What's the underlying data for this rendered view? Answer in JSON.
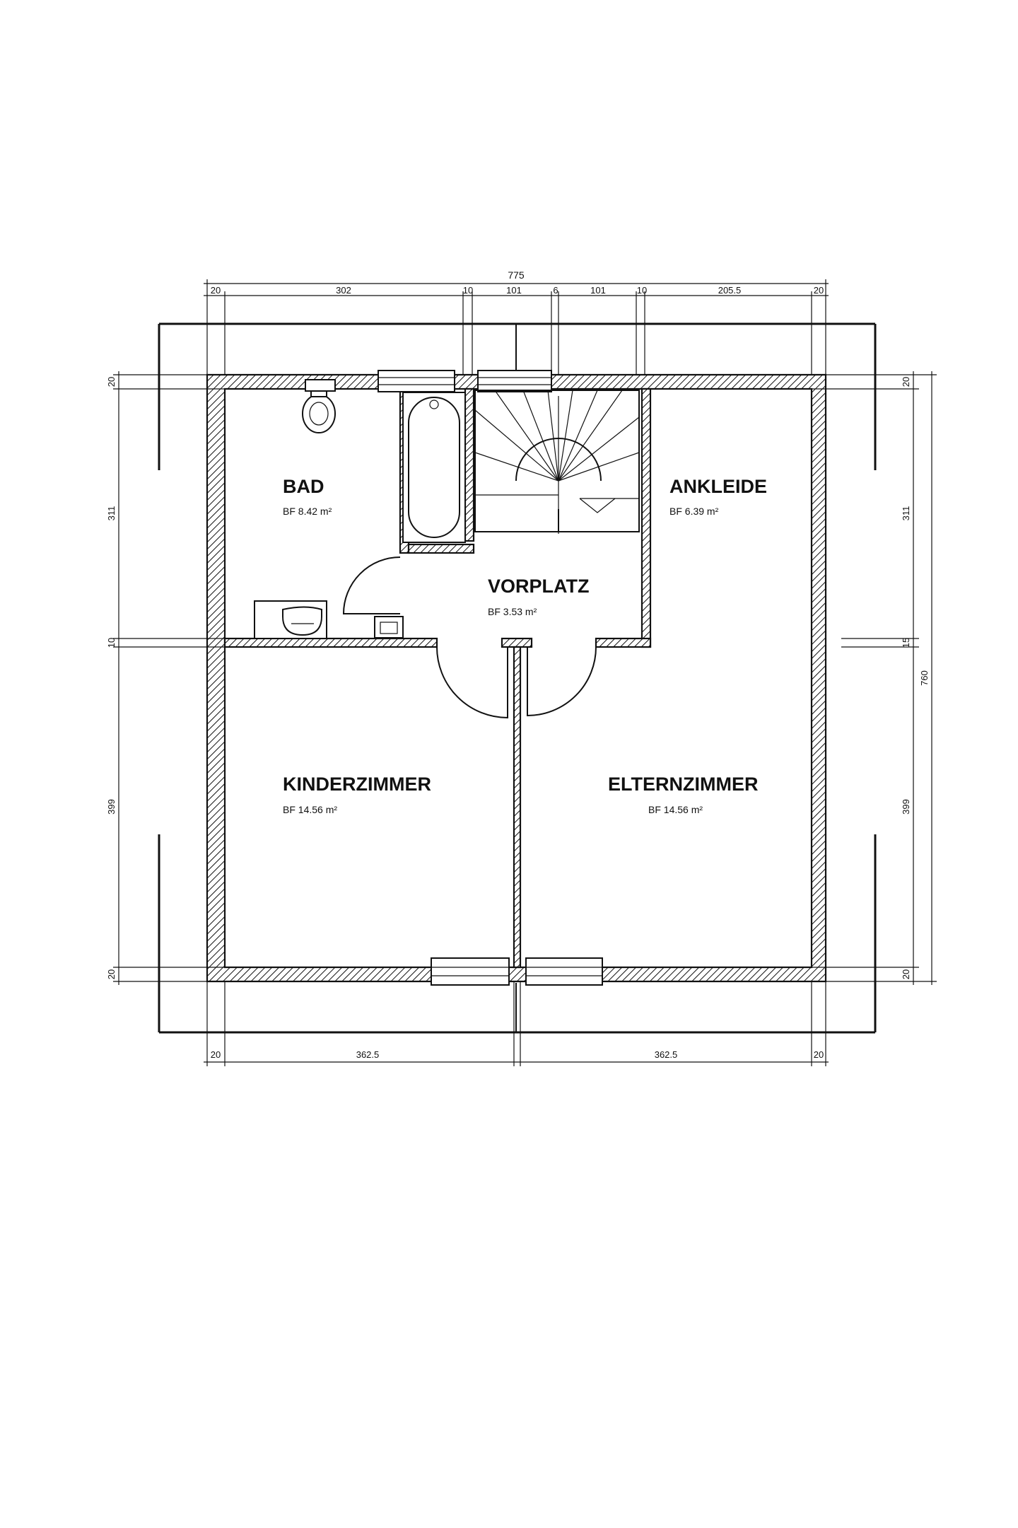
{
  "rooms": [
    {
      "name": "BAD",
      "area": "BF 8.42 m²"
    },
    {
      "name": "ANKLEIDE",
      "area": "BF 6.39 m²"
    },
    {
      "name": "VORPLATZ",
      "area": "BF 3.53 m²"
    },
    {
      "name": "KINDERZIMMER",
      "area": "BF 14.56 m²"
    },
    {
      "name": "ELTERNZIMMER",
      "area": "BF 14.56 m²"
    }
  ],
  "dimensions": {
    "top_total": "775",
    "top": [
      "20",
      "302",
      "10",
      "101",
      "6",
      "101",
      "10",
      "205.5",
      "20"
    ],
    "bottom": [
      "20",
      "362.5",
      "362.5",
      "20"
    ],
    "left": [
      "20",
      "311",
      "10",
      "399",
      "20"
    ],
    "right": [
      "20",
      "311",
      "15",
      "399",
      "20"
    ],
    "right_total": "760"
  }
}
